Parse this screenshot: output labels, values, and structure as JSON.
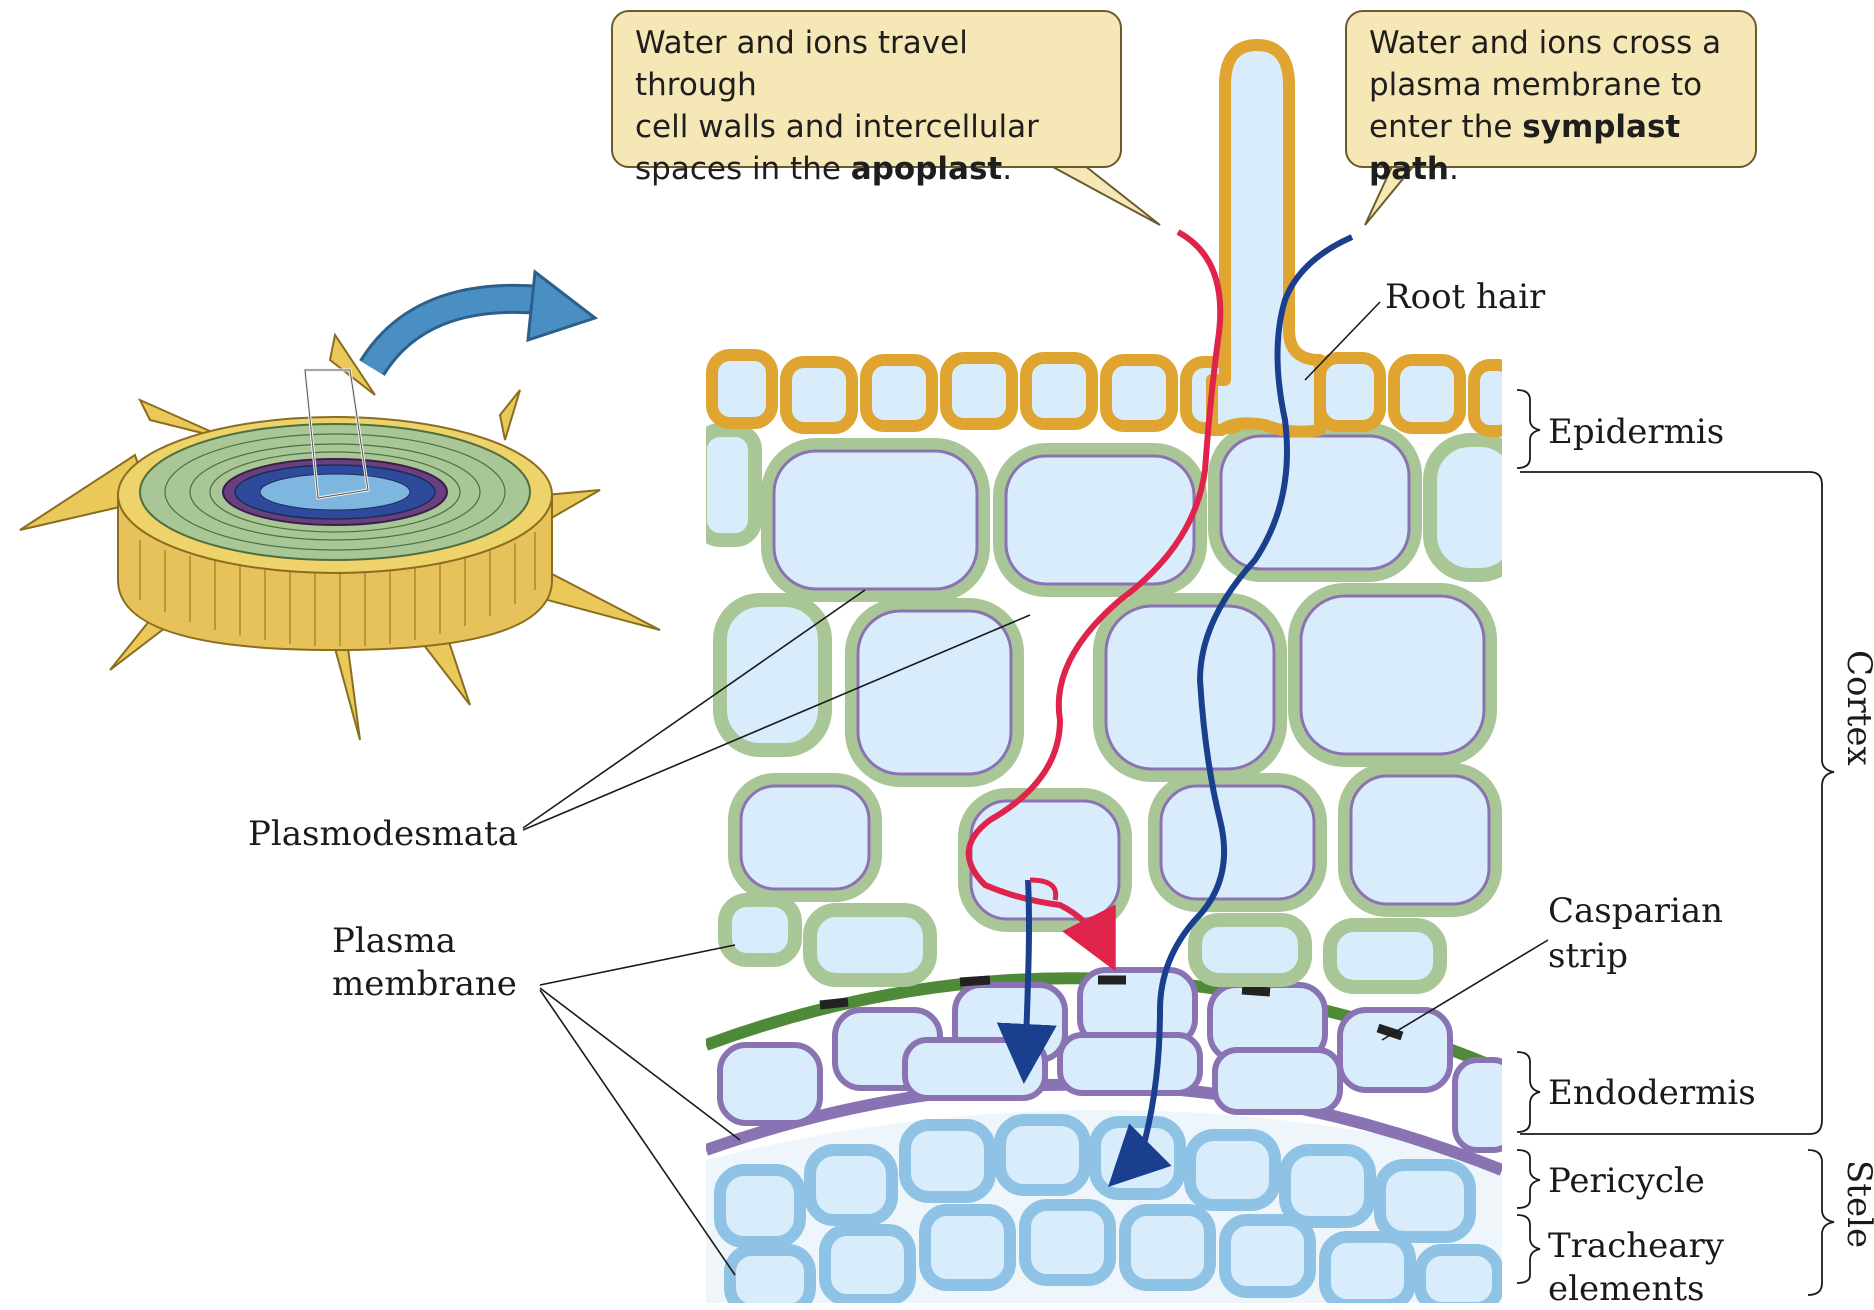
{
  "callouts": {
    "apoplast": {
      "lines": [
        "Water and ions travel through",
        "cell walls and intercellular",
        "spaces in the "
      ],
      "bold": "apoplast",
      "tail": "."
    },
    "symplast": {
      "lines": [
        "Water and ions cross a",
        "plasma membrane to",
        "enter the "
      ],
      "bold": "symplast path",
      "tail": "."
    }
  },
  "labels": {
    "root_hair": "Root hair",
    "epidermis": "Epidermis",
    "cortex": "Cortex",
    "plasmodesmata": "Plasmodesmata",
    "plasma_membrane_1": "Plasma",
    "plasma_membrane_2": "membrane",
    "casparian_1": "Casparian",
    "casparian_2": "strip",
    "endodermis": "Endodermis",
    "pericycle": "Pericycle",
    "tracheary_1": "Tracheary",
    "tracheary_2": "elements",
    "stele": "Stele"
  },
  "colors": {
    "apoplast_path": "#e0234a",
    "symplast_path": "#1a3f8f",
    "epidermis_wall": "#e0a531",
    "cortex_wall": "#a9c796",
    "endodermis_wall": "#4f8a39",
    "membrane": "#8a73b3",
    "stele_wall": "#8ec3e6",
    "cytoplasm": "#d8ecfb",
    "callout_fill": "#f6e8b6",
    "arrow_blue": "#4a8fc4"
  }
}
